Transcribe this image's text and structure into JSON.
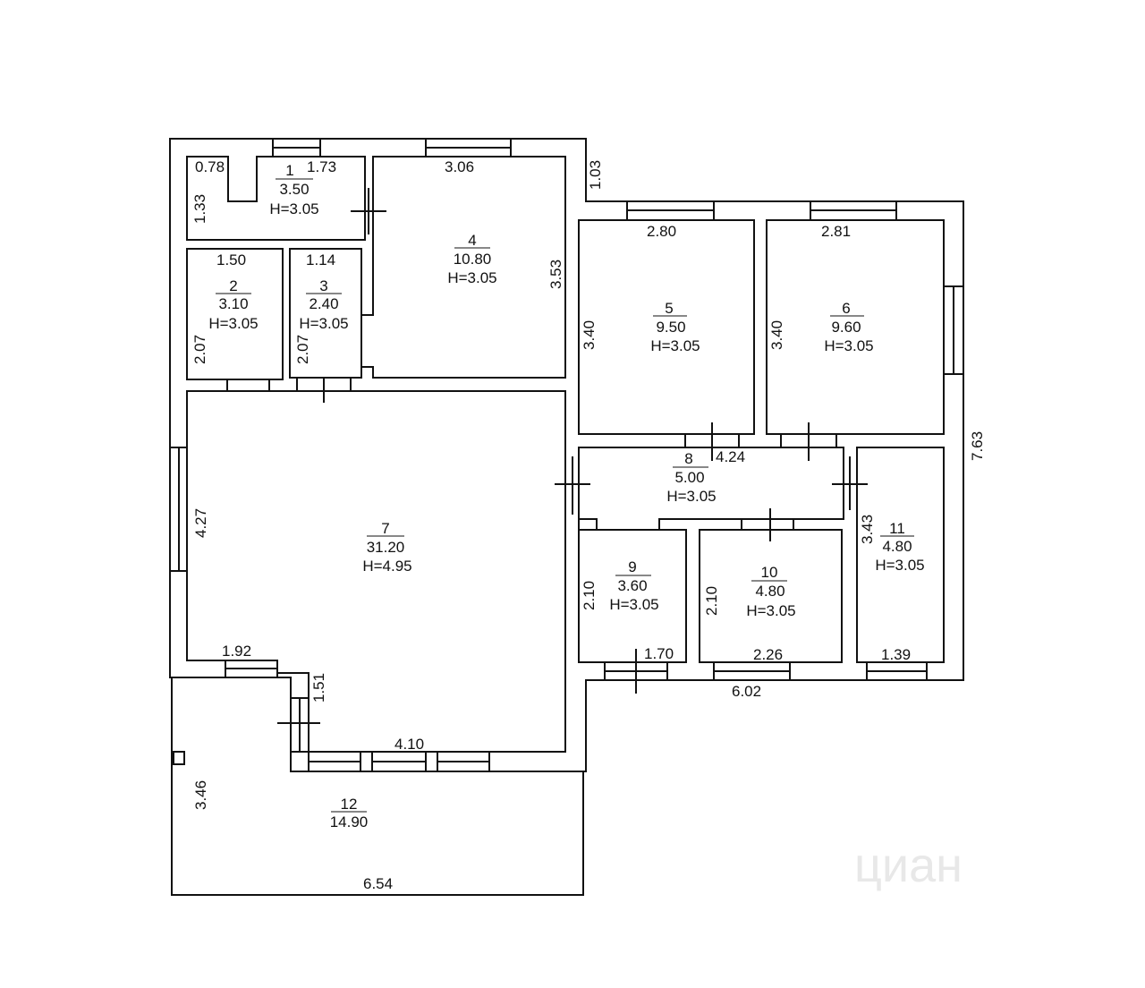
{
  "rooms": [
    {
      "num": "1",
      "area": "3.50",
      "h": "H=3.05"
    },
    {
      "num": "2",
      "area": "3.10",
      "h": "H=3.05"
    },
    {
      "num": "3",
      "area": "2.40",
      "h": "H=3.05"
    },
    {
      "num": "4",
      "area": "10.80",
      "h": "H=3.05"
    },
    {
      "num": "5",
      "area": "9.50",
      "h": "H=3.05"
    },
    {
      "num": "6",
      "area": "9.60",
      "h": "H=3.05"
    },
    {
      "num": "7",
      "area": "31.20",
      "h": "H=4.95"
    },
    {
      "num": "8",
      "area": "5.00",
      "h": "H=3.05"
    },
    {
      "num": "9",
      "area": "3.60",
      "h": "H=3.05"
    },
    {
      "num": "10",
      "area": "4.80",
      "h": "H=3.05"
    },
    {
      "num": "11",
      "area": "4.80",
      "h": "H=3.05"
    },
    {
      "num": "12",
      "area": "14.90"
    }
  ],
  "dims": {
    "d078": "0.78",
    "d173": "1.73",
    "d133": "1.33",
    "d306": "3.06",
    "d103": "1.03",
    "d150": "1.50",
    "d114": "1.14",
    "d353": "3.53",
    "d207a": "2.07",
    "d207b": "2.07",
    "d280": "2.80",
    "d281": "2.81",
    "d340a": "3.40",
    "d340b": "3.40",
    "d424": "4.24",
    "d763": "7.63",
    "d427": "4.27",
    "d343": "3.43",
    "d210a": "2.10",
    "d210b": "2.10",
    "d170": "1.70",
    "d226": "2.26",
    "d139": "1.39",
    "d602": "6.02",
    "d192": "1.92",
    "d151": "1.51",
    "d410": "4.10",
    "d346": "3.46",
    "d654": "6.54"
  },
  "watermark": "циан"
}
